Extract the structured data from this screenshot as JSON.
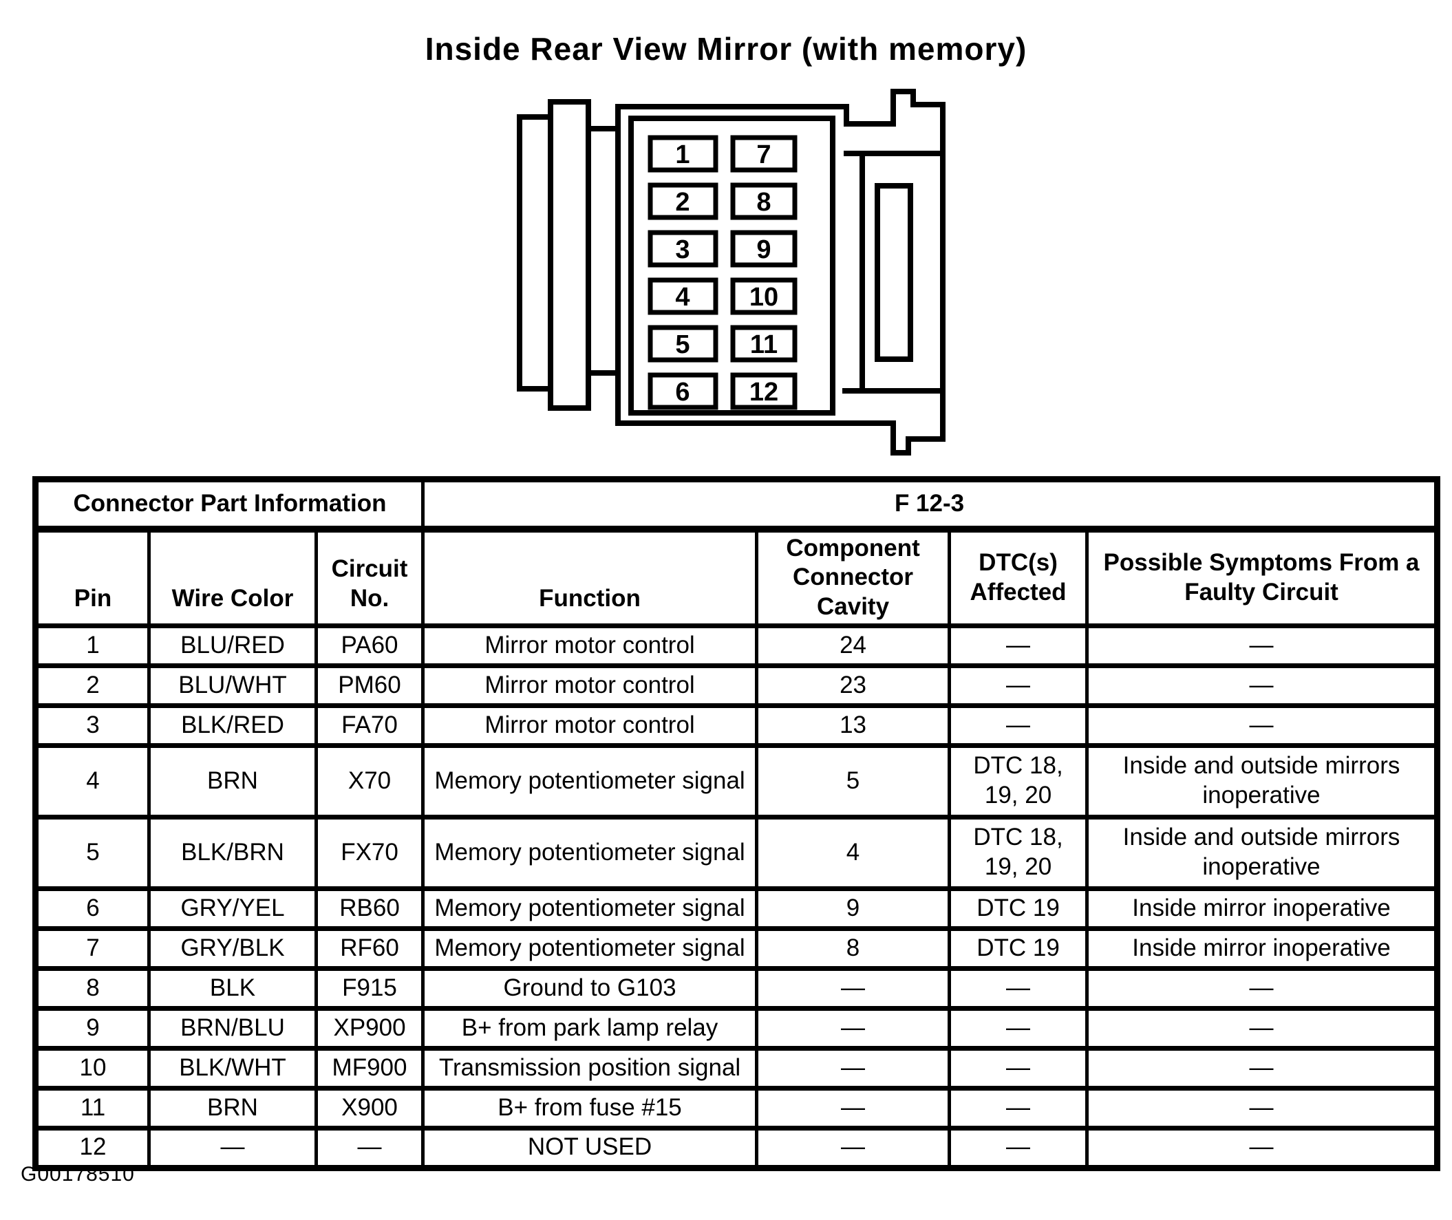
{
  "page": {
    "title": "Inside Rear View Mirror (with memory)",
    "figure_code": "G00178510"
  },
  "connector": {
    "left_cavities": [
      "1",
      "2",
      "3",
      "4",
      "5",
      "6"
    ],
    "right_cavities": [
      "7",
      "8",
      "9",
      "10",
      "11",
      "12"
    ]
  },
  "table": {
    "part_info": {
      "label": "Connector Part Information",
      "value": "F 12-3"
    },
    "headers": [
      "Pin",
      "Wire Color",
      "Circuit\nNo.",
      "Function",
      "Component\nConnector\nCavity",
      "DTC(s)\nAffected",
      "Possible Symptoms From a\nFaulty Circuit"
    ],
    "rows": [
      [
        "1",
        "BLU/RED",
        "PA60",
        "Mirror motor control",
        "24",
        "—",
        "—"
      ],
      [
        "2",
        "BLU/WHT",
        "PM60",
        "Mirror motor control",
        "23",
        "—",
        "—"
      ],
      [
        "3",
        "BLK/RED",
        "FA70",
        "Mirror motor control",
        "13",
        "—",
        "—"
      ],
      [
        "4",
        "BRN",
        "X70",
        "Memory potentiometer signal",
        "5",
        "DTC 18,\n19, 20",
        "Inside and outside mirrors inoperative"
      ],
      [
        "5",
        "BLK/BRN",
        "FX70",
        "Memory potentiometer signal",
        "4",
        "DTC 18,\n19, 20",
        "Inside and outside mirrors inoperative"
      ],
      [
        "6",
        "GRY/YEL",
        "RB60",
        "Memory potentiometer signal",
        "9",
        "DTC 19",
        "Inside mirror inoperative"
      ],
      [
        "7",
        "GRY/BLK",
        "RF60",
        "Memory potentiometer signal",
        "8",
        "DTC 19",
        "Inside mirror inoperative"
      ],
      [
        "8",
        "BLK",
        "F915",
        "Ground to G103",
        "—",
        "—",
        "—"
      ],
      [
        "9",
        "BRN/BLU",
        "XP900",
        "B+ from park lamp relay",
        "—",
        "—",
        "—"
      ],
      [
        "10",
        "BLK/WHT",
        "MF900",
        "Transmission position signal",
        "—",
        "—",
        "—"
      ],
      [
        "11",
        "BRN",
        "X900",
        "B+ from fuse #15",
        "—",
        "—",
        "—"
      ],
      [
        "12",
        "—",
        "—",
        "NOT USED",
        "—",
        "—",
        "—"
      ]
    ]
  }
}
